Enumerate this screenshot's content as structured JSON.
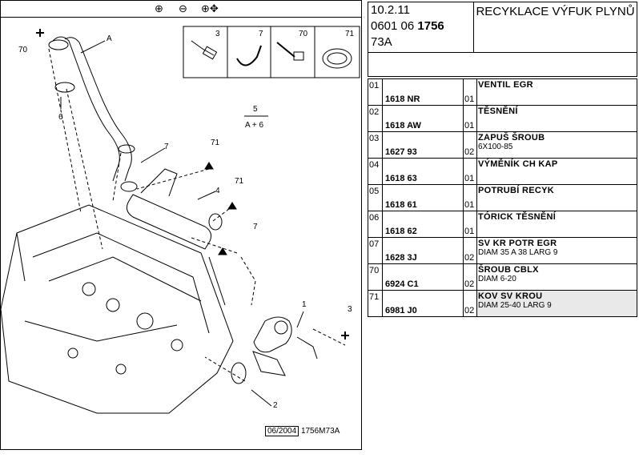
{
  "zoom": {
    "zoom_in": "⊕",
    "zoom_out": "⊖",
    "pan": "⊕✥"
  },
  "header": {
    "date": "10.2.11",
    "code_prefix": "0601 06",
    "code_bold": "1756",
    "sub_code": "73A",
    "title": "RECYKLACE VÝFUK PLYNŮ"
  },
  "figure": {
    "stamp_date": "06/2004",
    "stamp_code": "1756M73A",
    "callouts": [
      "70",
      "A",
      "6",
      "5",
      "A + 6",
      "7",
      "71",
      "4",
      "71",
      "7",
      "1",
      "3",
      "2"
    ],
    "kit_labels": [
      "3",
      "7",
      "70",
      "71"
    ]
  },
  "parts": [
    {
      "num": "01",
      "ref": "1618 NR",
      "qty": "01",
      "name": "VENTIL EGR",
      "sub": ""
    },
    {
      "num": "02",
      "ref": "1618 AW",
      "qty": "01",
      "name": "TĚSNĚNÍ",
      "sub": ""
    },
    {
      "num": "03",
      "ref": "1627 93",
      "qty": "02",
      "name": "ZAPUŠ ŠROUB",
      "sub": "6X100-85"
    },
    {
      "num": "04",
      "ref": "1618 63",
      "qty": "01",
      "name": "VÝMĚNÍK CH KAP",
      "sub": ""
    },
    {
      "num": "05",
      "ref": "1618 61",
      "qty": "01",
      "name": "POTRUBÍ RECYK",
      "sub": ""
    },
    {
      "num": "06",
      "ref": "1618 62",
      "qty": "01",
      "name": "TÓRICK TĚSNĚNÍ",
      "sub": ""
    },
    {
      "num": "07",
      "ref": "1628 3J",
      "qty": "02",
      "name": "SV KR POTR EGR",
      "sub": "DIAM 35 A 38 LARG 9"
    },
    {
      "num": "70",
      "ref": "6924 C1",
      "qty": "02",
      "name": "ŠROUB CBLX",
      "sub": "DIAM 6-20"
    },
    {
      "num": "71",
      "ref": "6981 J0",
      "qty": "02",
      "name": "KOV SV KROU",
      "sub": "DIAM 25-40 LARG 9"
    }
  ]
}
